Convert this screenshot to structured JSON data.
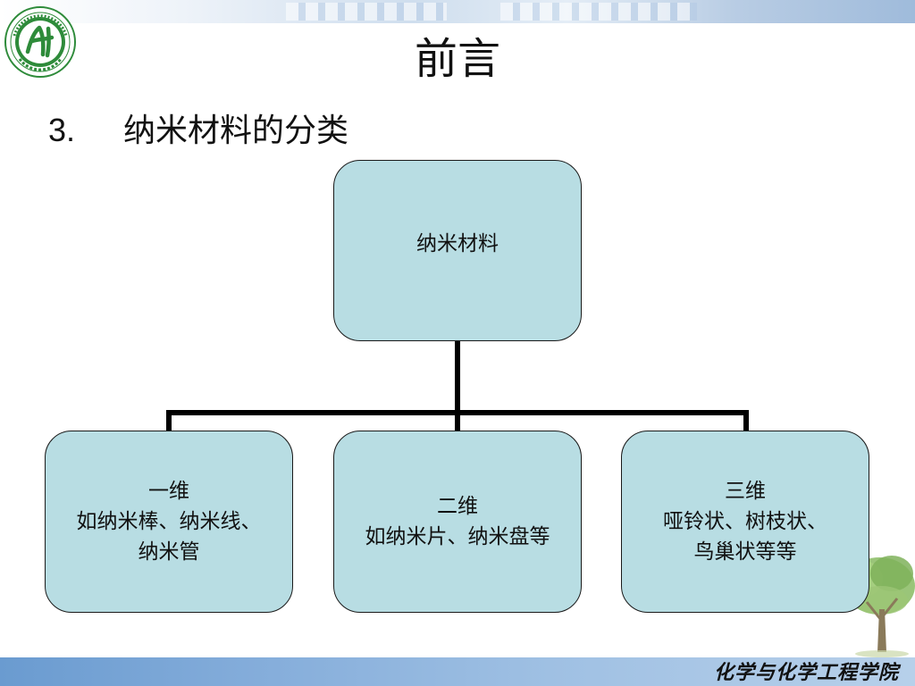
{
  "slide": {
    "title": "前言",
    "section_number": "3.",
    "section_title": "纳米材料的分类"
  },
  "footer": {
    "institution": "化学与化学工程学院"
  },
  "logo": {
    "icon": "school-emblem-icon",
    "colors": {
      "green": "#2e8b3a",
      "ring": "#1f6f2c"
    }
  },
  "decoration": {
    "icon": "tree-icon"
  },
  "org_chart": {
    "root": {
      "lines": [
        "纳米材料"
      ]
    },
    "children": [
      {
        "lines": [
          "一维",
          "如纳米棒、纳米线、",
          "纳米管"
        ]
      },
      {
        "lines": [
          "二维",
          "如纳米片、纳米盘等"
        ]
      },
      {
        "lines": [
          "三维",
          "哑铃状、树枝状、",
          "鸟巢状等等"
        ]
      }
    ],
    "colors": {
      "node_fill": "#b8dde3",
      "border": "#1a1a1a",
      "connector": "#000000"
    }
  }
}
